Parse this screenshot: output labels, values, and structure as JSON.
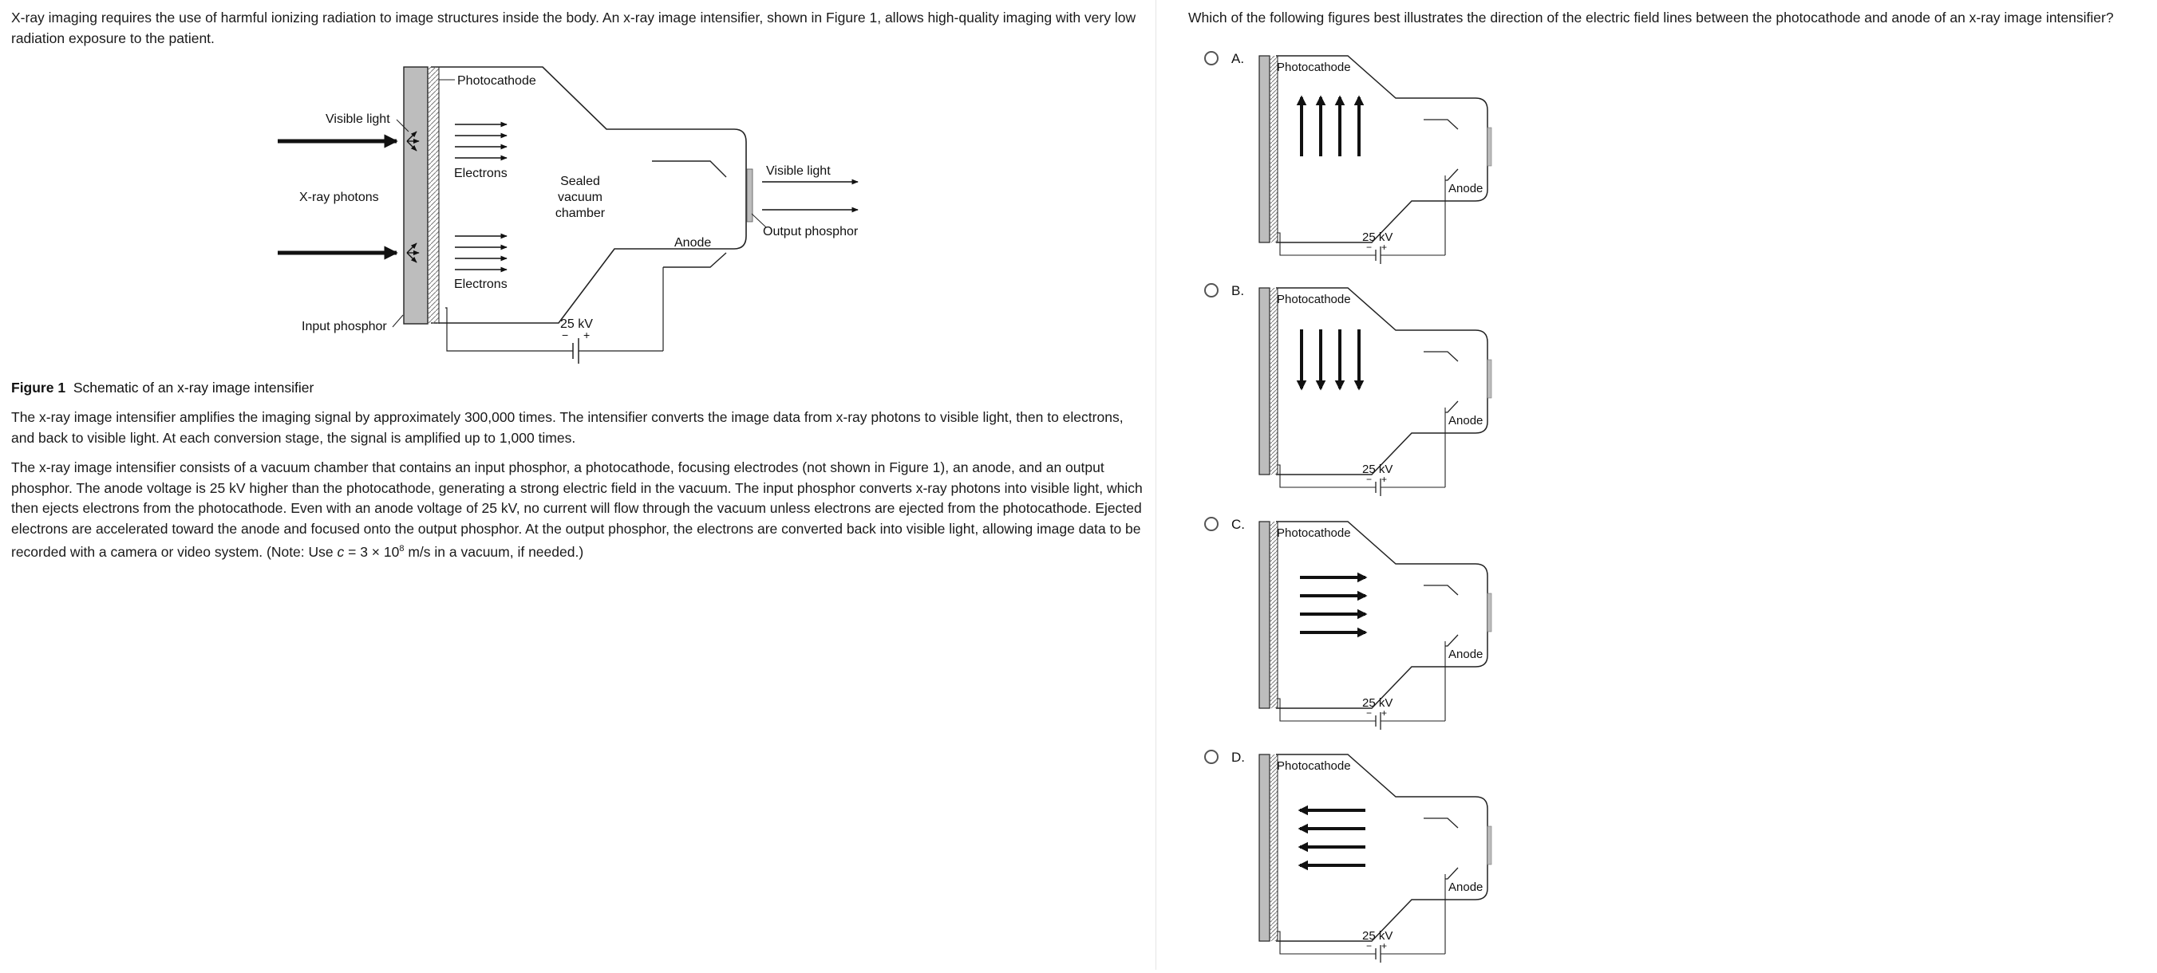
{
  "passage": {
    "intro": "X-ray imaging requires the use of harmful ionizing radiation to image structures inside the body.  An x-ray image intensifier, shown in Figure 1, allows high-quality imaging with very low radiation exposure to the patient.",
    "figure_label": "Figure 1",
    "figure_caption": "Schematic of an x-ray image intensifier",
    "paragraph_1": "The x-ray image intensifier amplifies the imaging signal by approximately 300,000 times.  The intensifier converts the image data from x-ray photons to visible light, then to electrons, and back to visible light.  At each conversion stage, the signal is amplified up to 1,000 times.",
    "paragraph_2_before": "The x-ray image intensifier consists of a vacuum chamber that contains an input phosphor, a photocathode, focusing electrodes (not shown in Figure 1), an anode, and an output phosphor.  The anode voltage is 25 kV higher than the photocathode, generating a strong electric field in the vacuum.  The input phosphor converts x-ray photons into visible light, which then ejects electrons from the photocathode.  Even with an anode voltage of 25 kV, no current will flow through the vacuum unless electrons are ejected from the photocathode.  Ejected electrons are accelerated toward the anode and focused onto the output phosphor.  At the output phosphor, the electrons are converted back into visible light, allowing image data to be recorded with a camera or video system.  (Note:  Use ",
    "paragraph_2_var": "c",
    "paragraph_2_eq": " = 3 × 10",
    "paragraph_2_exp": "8",
    "paragraph_2_after": " m/s in a vacuum, if needed.)"
  },
  "figure": {
    "photocathode": "Photocathode",
    "visible_light_in": "Visible light",
    "xray_photons": "X-ray photons",
    "electrons_top": "Electrons",
    "electrons_bottom": "Electrons",
    "sealed_1": "Sealed",
    "sealed_2": "vacuum",
    "sealed_3": "chamber",
    "visible_light_out": "Visible light",
    "anode": "Anode",
    "output_phosphor": "Output phosphor",
    "input_phosphor": "Input phosphor",
    "voltage": "25 kV",
    "minus": "−",
    "plus": "+"
  },
  "question": {
    "text": "Which of the following figures best illustrates the direction of the electric field lines between the photocathode and anode of an x-ray image intensifier?",
    "options": [
      {
        "letter": "A.",
        "arrow_direction": "up",
        "photocathode": "Photocathode",
        "anode": "Anode",
        "voltage": "25 kV",
        "minus": "−",
        "plus": "+"
      },
      {
        "letter": "B.",
        "arrow_direction": "down",
        "photocathode": "Photocathode",
        "anode": "Anode",
        "voltage": "25 kV",
        "minus": "−",
        "plus": "+"
      },
      {
        "letter": "C.",
        "arrow_direction": "right",
        "photocathode": "Photocathode",
        "anode": "Anode",
        "voltage": "25 kV",
        "minus": "−",
        "plus": "+"
      },
      {
        "letter": "D.",
        "arrow_direction": "left",
        "photocathode": "Photocathode",
        "anode": "Anode",
        "voltage": "25 kV",
        "minus": "−",
        "plus": "+"
      }
    ]
  }
}
